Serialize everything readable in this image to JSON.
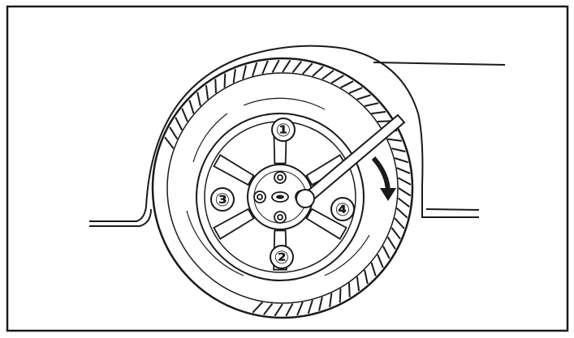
{
  "illustration": {
    "subject": "wheel-nut-tightening-sequence",
    "colors": {
      "ink": "#1a1a1a",
      "paper": "#ffffff"
    },
    "sequence_labels": [
      {
        "text": "①",
        "position_name": "top"
      },
      {
        "text": "②",
        "position_name": "bottom"
      },
      {
        "text": "③",
        "position_name": "left"
      },
      {
        "text": "④",
        "position_name": "right"
      }
    ],
    "arrow_direction": "clockwise"
  }
}
